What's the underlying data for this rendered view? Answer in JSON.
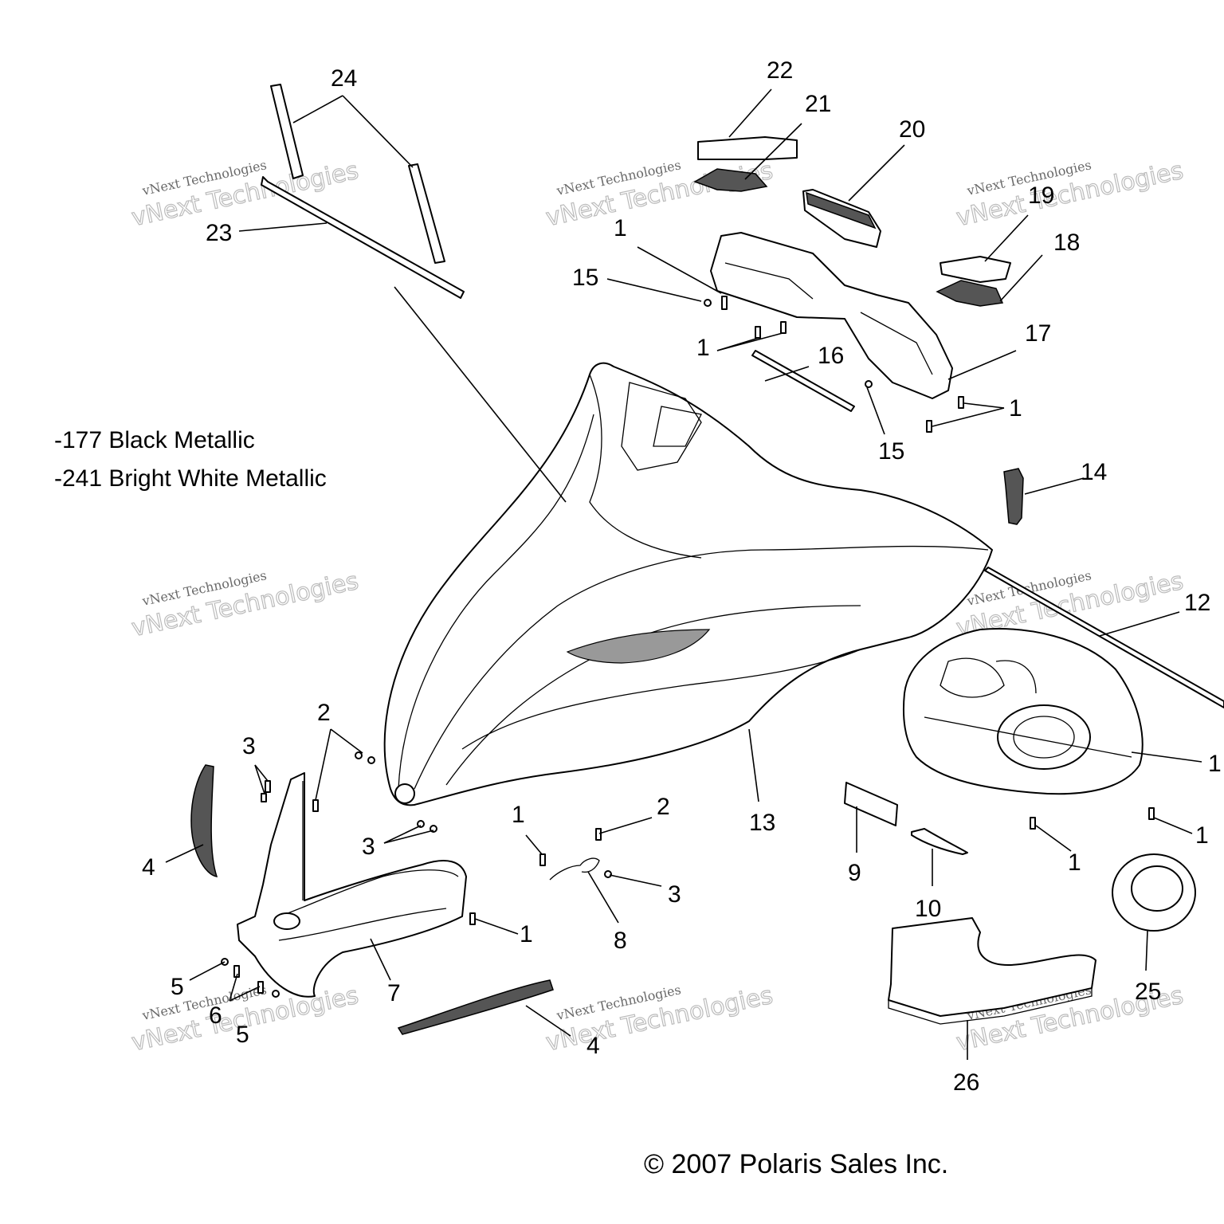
{
  "notes": [
    "-177 Black Metallic",
    "-241 Bright White Metallic"
  ],
  "copyright": "© 2007 Polaris Sales Inc.",
  "watermark": {
    "line1": "vNext Technologies",
    "line2": "vNext Technologies"
  },
  "callouts": [
    {
      "id": "c24",
      "label": "24"
    },
    {
      "id": "c23",
      "label": "23"
    },
    {
      "id": "c22",
      "label": "22"
    },
    {
      "id": "c21",
      "label": "21"
    },
    {
      "id": "c20",
      "label": "20"
    },
    {
      "id": "c19",
      "label": "19"
    },
    {
      "id": "c18",
      "label": "18"
    },
    {
      "id": "c17",
      "label": "17"
    },
    {
      "id": "c16",
      "label": "16"
    },
    {
      "id": "c15a",
      "label": "15"
    },
    {
      "id": "c15b",
      "label": "15"
    },
    {
      "id": "c14",
      "label": "14"
    },
    {
      "id": "c13",
      "label": "13"
    },
    {
      "id": "c12",
      "label": "12"
    },
    {
      "id": "c11",
      "label": "1"
    },
    {
      "id": "c10",
      "label": "10"
    },
    {
      "id": "c9",
      "label": "9"
    },
    {
      "id": "c8",
      "label": "8"
    },
    {
      "id": "c7",
      "label": "7"
    },
    {
      "id": "c6",
      "label": "6"
    },
    {
      "id": "c5a",
      "label": "5"
    },
    {
      "id": "c5b",
      "label": "5"
    },
    {
      "id": "c4a",
      "label": "4"
    },
    {
      "id": "c4b",
      "label": "4"
    },
    {
      "id": "c3a",
      "label": "3"
    },
    {
      "id": "c3b",
      "label": "3"
    },
    {
      "id": "c3c",
      "label": "3"
    },
    {
      "id": "c2a",
      "label": "2"
    },
    {
      "id": "c2b",
      "label": "2"
    },
    {
      "id": "c1a",
      "label": "1"
    },
    {
      "id": "c1b",
      "label": "1"
    },
    {
      "id": "c1c",
      "label": "1"
    },
    {
      "id": "c1d",
      "label": "1"
    },
    {
      "id": "c1e",
      "label": "1"
    },
    {
      "id": "c1f",
      "label": "1"
    },
    {
      "id": "c1g",
      "label": "1"
    },
    {
      "id": "c1h",
      "label": "1"
    },
    {
      "id": "c25",
      "label": "25"
    },
    {
      "id": "c26",
      "label": "26"
    }
  ]
}
